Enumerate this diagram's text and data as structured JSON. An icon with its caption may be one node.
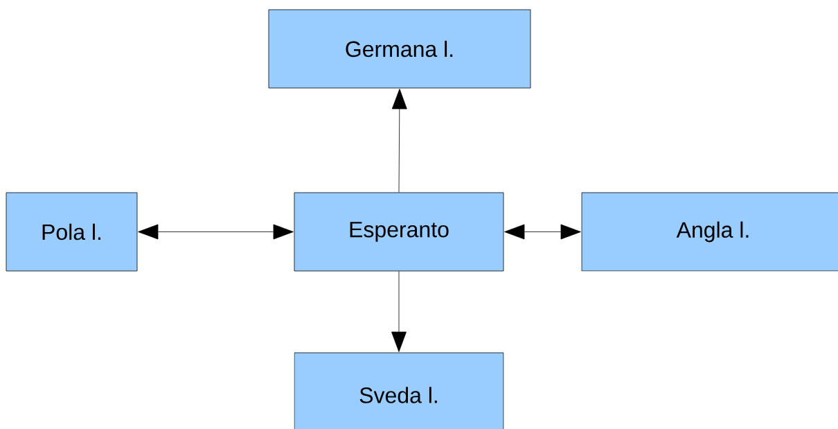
{
  "diagram": {
    "nodes": [
      {
        "text": [
          "Germana l."
        ]
      },
      {
        "text": [
          "Pola l."
        ]
      },
      {
        "text": [
          "Esperanto"
        ]
      },
      {
        "text": [
          "Angla l."
        ]
      },
      {
        "text": [
          "Sveda l."
        ]
      }
    ],
    "edges": [
      {
        "from": 2,
        "to": 0,
        "arrow": "to"
      },
      {
        "from": 1,
        "to": 2,
        "arrow": "both"
      },
      {
        "from": 2,
        "to": 3,
        "arrow": "both"
      },
      {
        "from": 2,
        "to": 4,
        "arrow": "to"
      }
    ]
  }
}
